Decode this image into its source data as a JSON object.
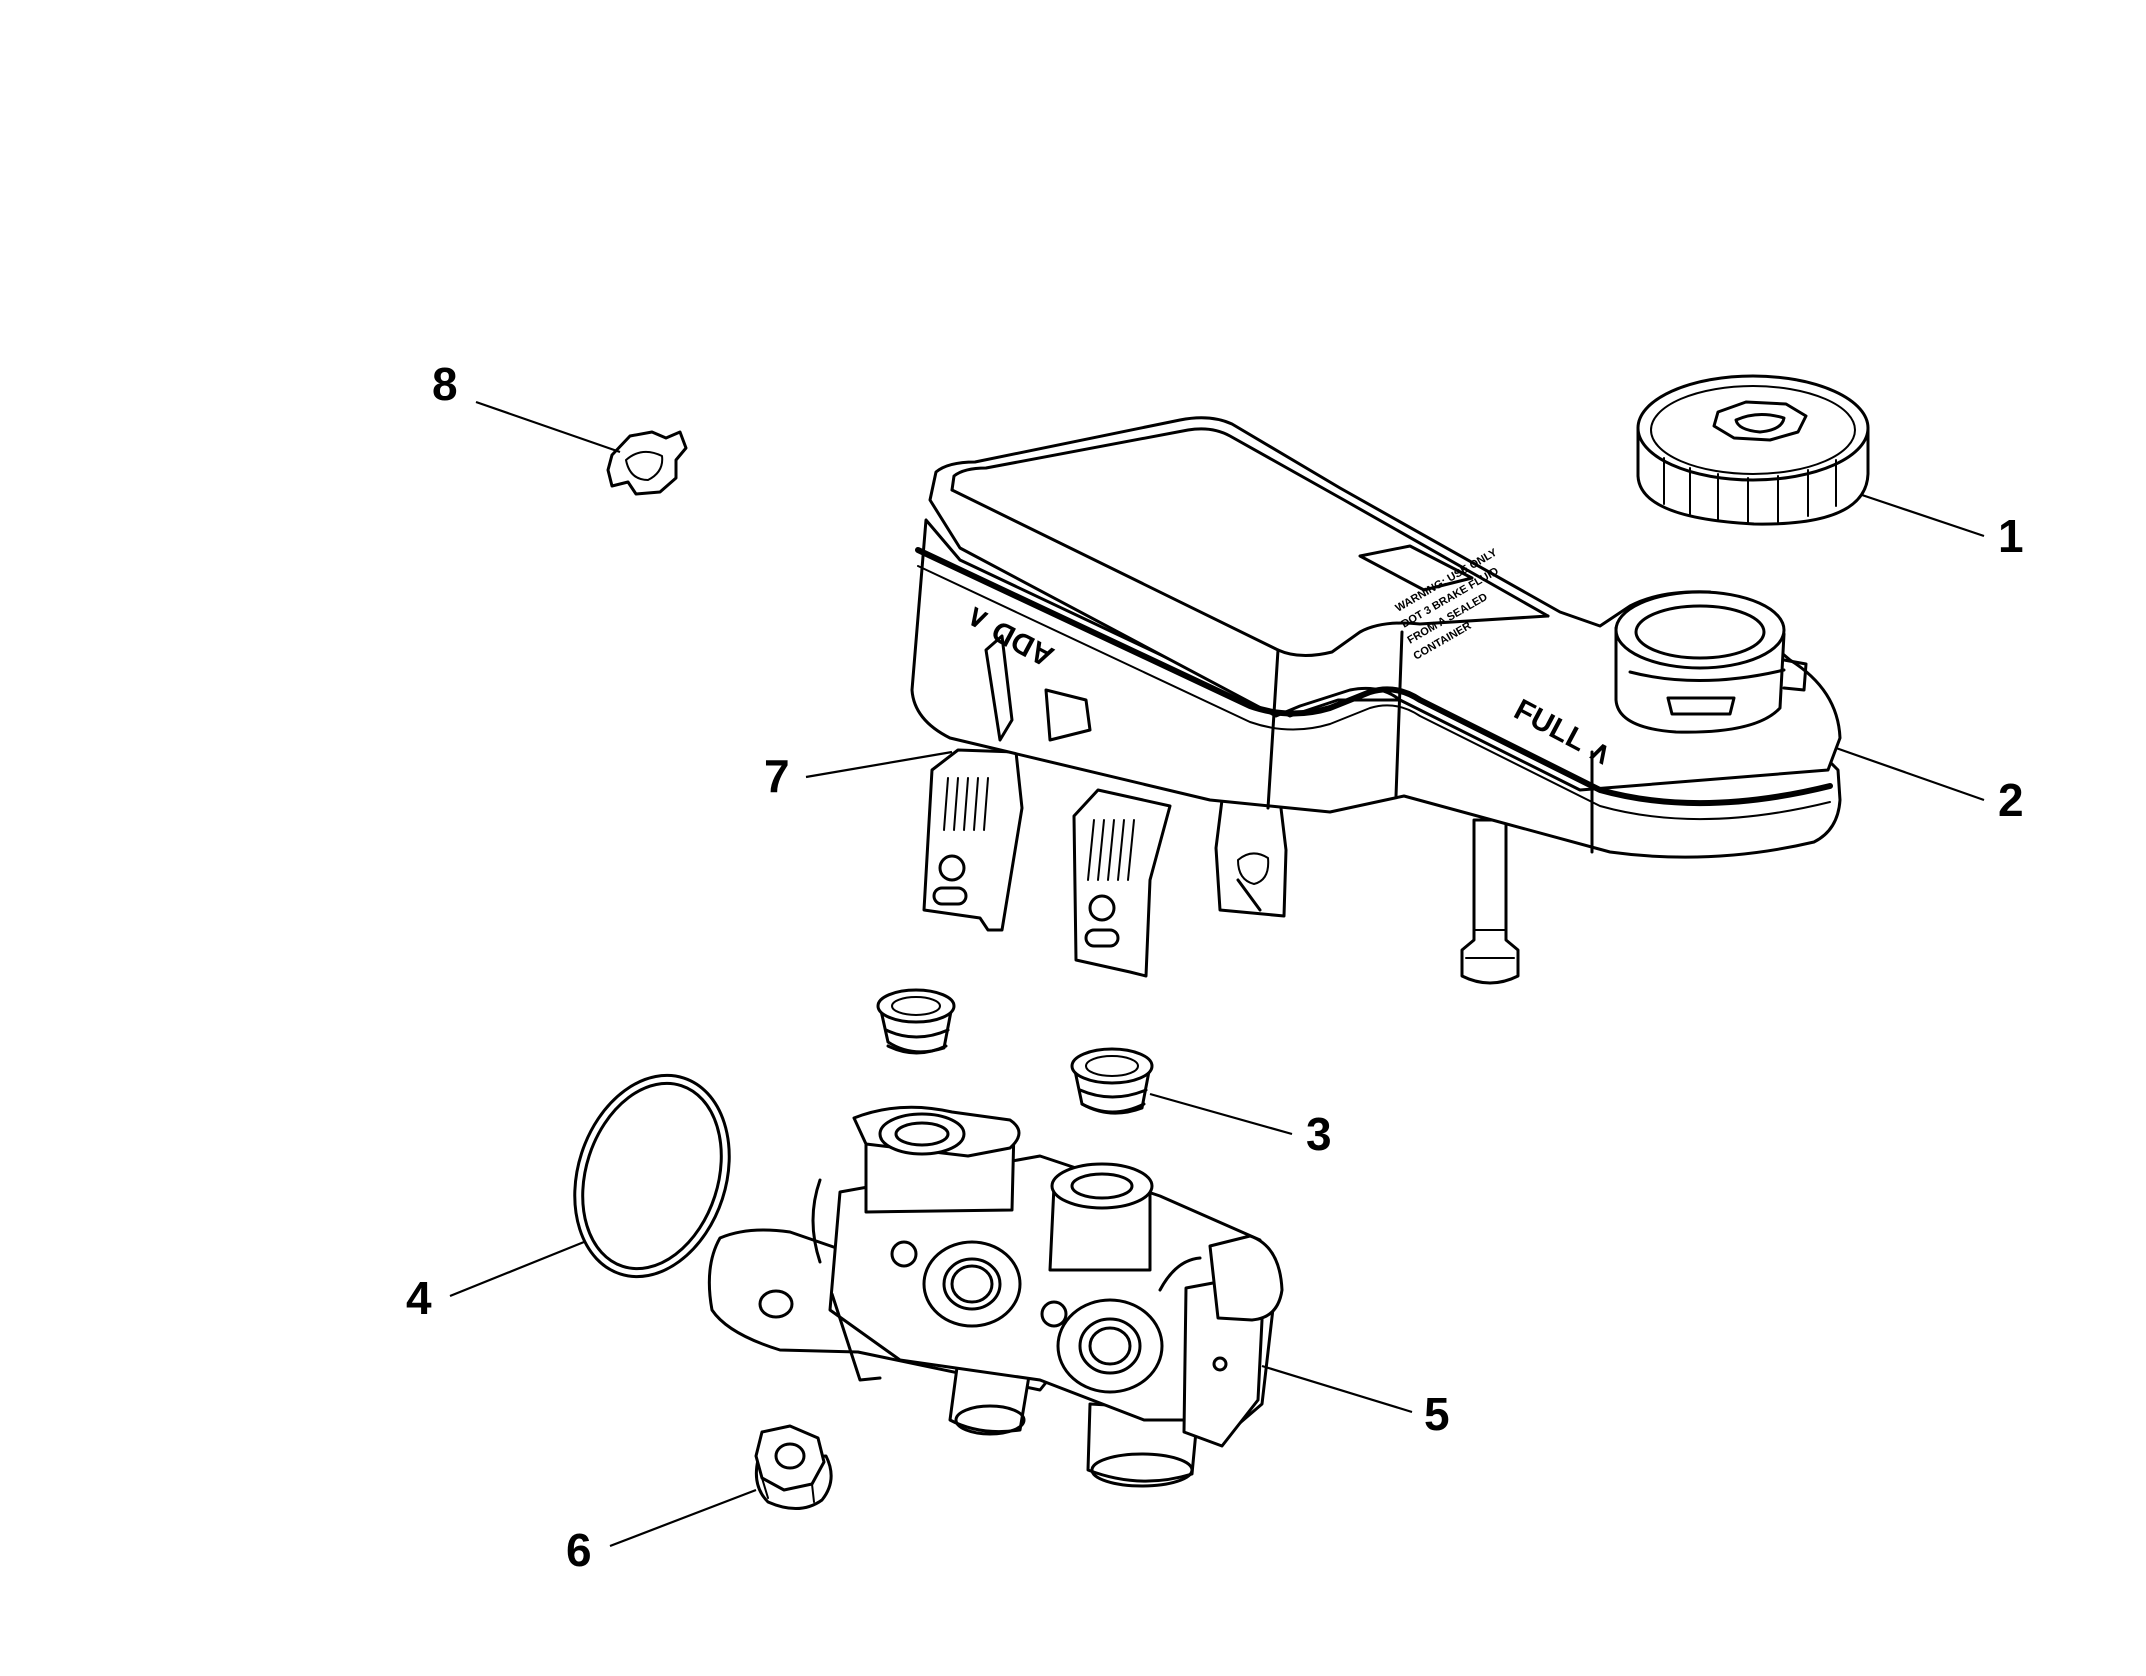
{
  "callouts": [
    {
      "id": "1",
      "label": "1"
    },
    {
      "id": "2",
      "label": "2"
    },
    {
      "id": "3",
      "label": "3"
    },
    {
      "id": "4",
      "label": "4"
    },
    {
      "id": "5",
      "label": "5"
    },
    {
      "id": "6",
      "label": "6"
    },
    {
      "id": "7",
      "label": "7"
    },
    {
      "id": "8",
      "label": "8"
    }
  ],
  "reservoir_marks": {
    "full": "FULL ∧",
    "add": "ADD ∧"
  }
}
